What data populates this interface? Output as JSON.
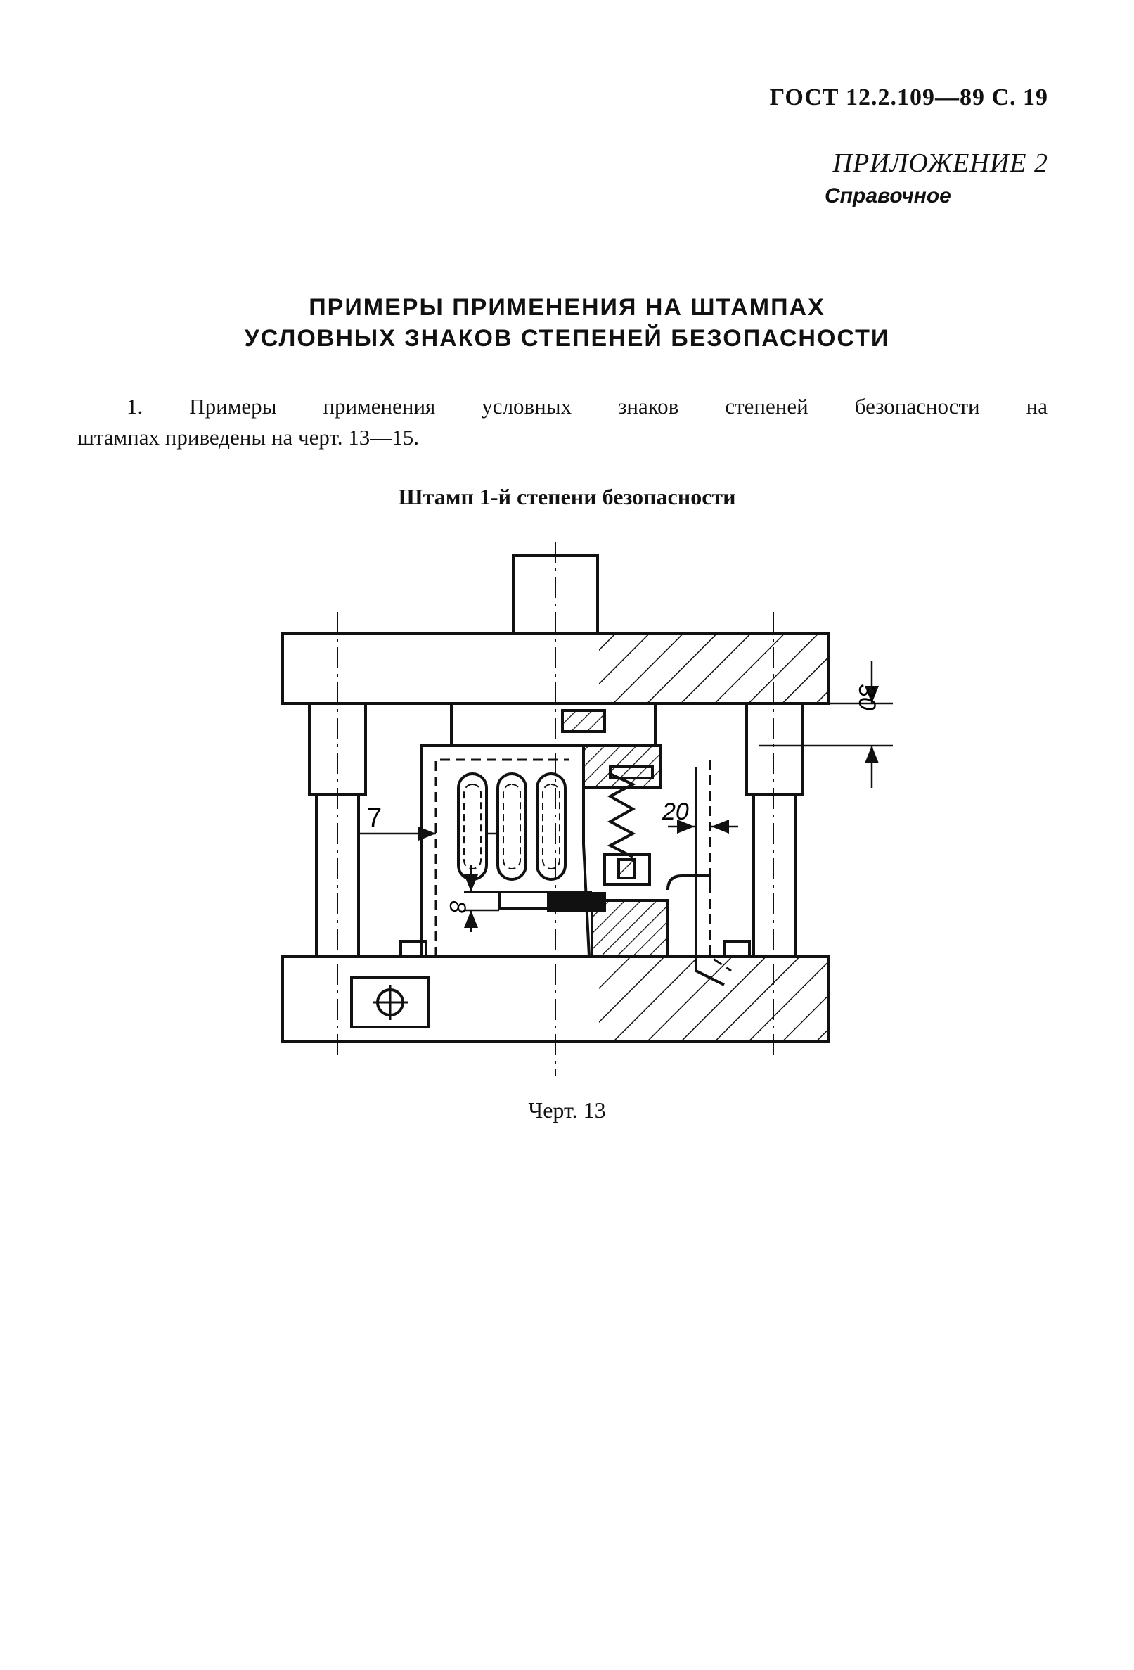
{
  "header": {
    "standard": "ГОСТ 12.2.109—89 С. 19",
    "appendix": "ПРИЛОЖЕНИЕ 2",
    "appendix_type": "Справочное"
  },
  "title": {
    "line1": "ПРИМЕРЫ ПРИМЕНЕНИЯ НА ШТАМПАХ",
    "line2": "УСЛОВНЫХ ЗНАКОВ СТЕПЕНЕЙ БЕЗОПАСНОСТИ"
  },
  "body": {
    "paragraph_line1": "1. Примеры применения условных знаков степеней безопасности на",
    "paragraph_line2": "штампах приведены на черт. 13—15."
  },
  "figure": {
    "title": "Штамп 1-й степени безопасности",
    "caption": "Черт. 13",
    "dimensions": {
      "d30": "30",
      "d20": "20",
      "d7": "7",
      "d8": "8"
    }
  }
}
